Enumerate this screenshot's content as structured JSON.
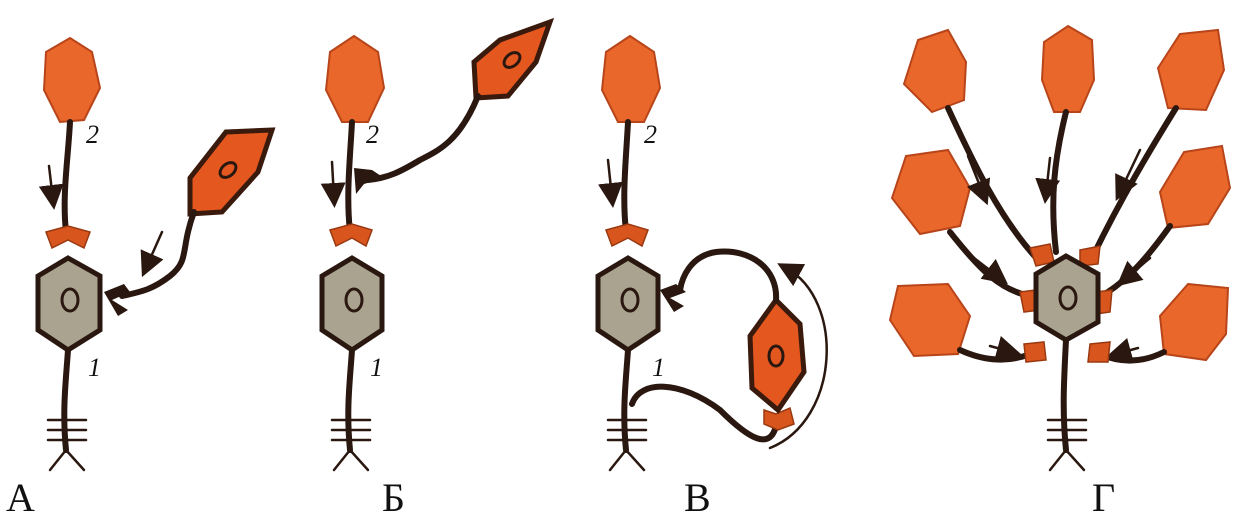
{
  "panels": [
    {
      "label": "А",
      "num_top": "2",
      "num_bottom": "1"
    },
    {
      "label": "Б",
      "num_top": "2",
      "num_bottom": "1"
    },
    {
      "label": "В",
      "num_top": "2",
      "num_bottom": "1"
    },
    {
      "label": "Г"
    }
  ],
  "colors": {
    "excitatory_neuron": "#e9672a",
    "target_neuron": "#a9a390",
    "fiber": "#2a1810"
  }
}
